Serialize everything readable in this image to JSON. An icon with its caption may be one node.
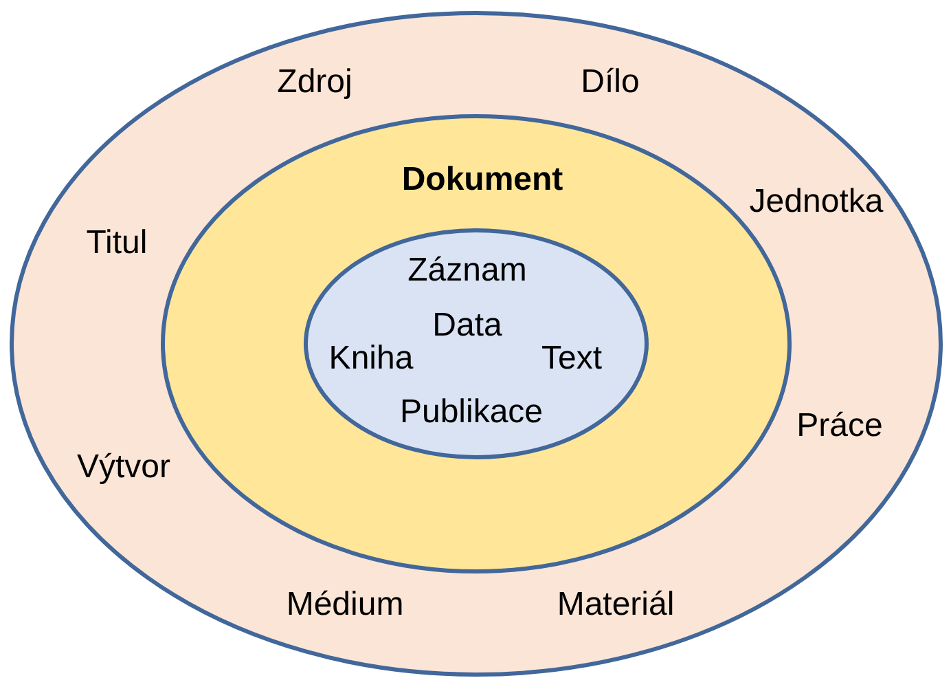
{
  "diagram": {
    "nodes": [
      {
        "text": [
          "Zdroj",
          "Dílo",
          "Jednotka",
          "Titul",
          "Práce",
          "Výtvor",
          "Médium",
          "Materiál"
        ]
      },
      {
        "text": [
          "Dokument"
        ],
        "in": 0
      },
      {
        "text": [
          "Záznam",
          "Data",
          "Kniha",
          "Text",
          "Publikace"
        ],
        "in": 1
      }
    ]
  }
}
